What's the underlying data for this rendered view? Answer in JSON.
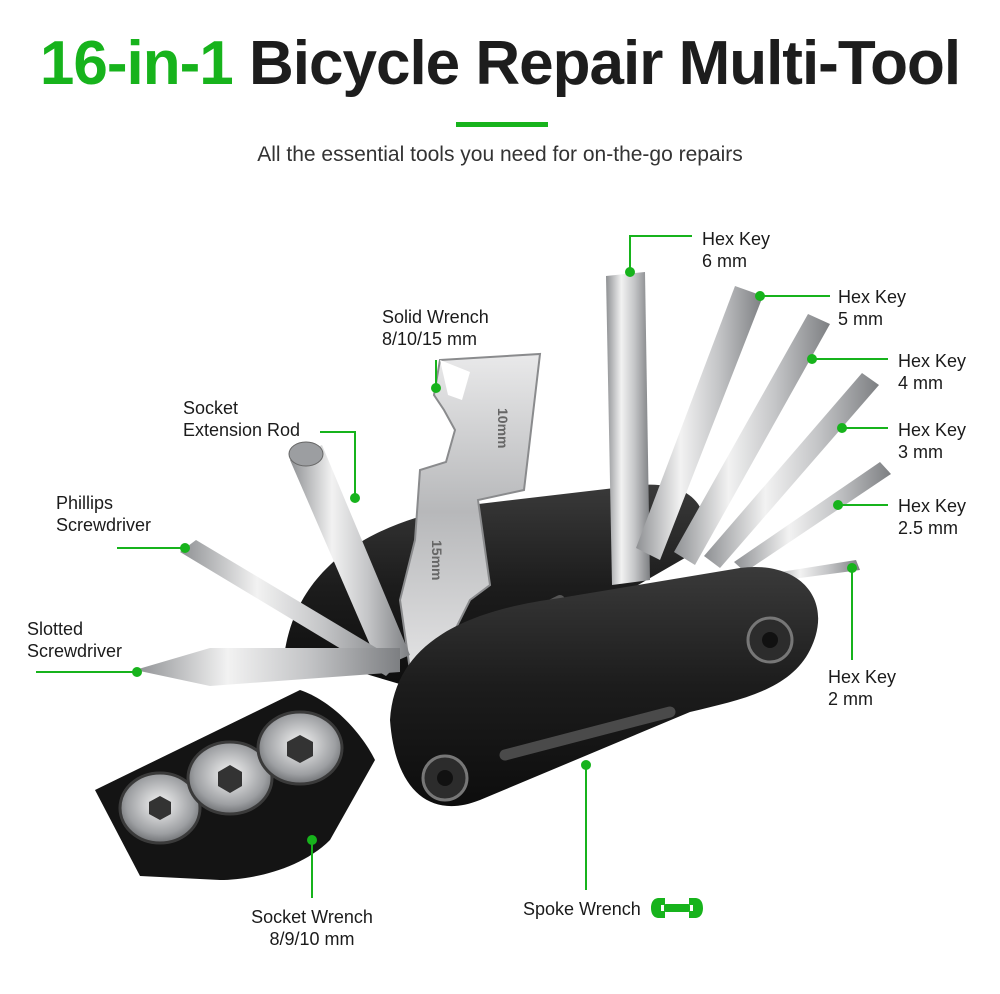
{
  "title": {
    "highlight": "16-in-1",
    "rest": "Bicycle Repair Multi-Tool"
  },
  "subtitle": "All the essential tools you need for on-the-go repairs",
  "colors": {
    "accent": "#17b31c",
    "tool_body": "#1e1e1e",
    "steel": "#c9cacc"
  },
  "tool_engravings": {
    "a": "10mm",
    "b": "15mm"
  },
  "callouts": {
    "hex6": {
      "line1": "Hex Key",
      "line2": "6 mm"
    },
    "hex5": {
      "line1": "Hex Key",
      "line2": "5 mm"
    },
    "hex4": {
      "line1": "Hex Key",
      "line2": "4 mm"
    },
    "hex3": {
      "line1": "Hex Key",
      "line2": "3 mm"
    },
    "hex25": {
      "line1": "Hex Key",
      "line2": "2.5 mm"
    },
    "hex2": {
      "line1": "Hex Key",
      "line2": "2 mm"
    },
    "solid_wrench": {
      "line1": "Solid Wrench",
      "line2": "8/10/15 mm"
    },
    "socket_rod": {
      "line1": "Socket",
      "line2": "Extension Rod"
    },
    "phillips": {
      "line1": "Phillips",
      "line2": "Screwdriver"
    },
    "slotted": {
      "line1": "Slotted",
      "line2": "Screwdriver"
    },
    "socket_wrench": {
      "line1": "Socket Wrench",
      "line2": "8/9/10 mm"
    },
    "spoke_wrench": {
      "line1": "Spoke Wrench",
      "icon": "spoke-wrench-icon"
    }
  }
}
